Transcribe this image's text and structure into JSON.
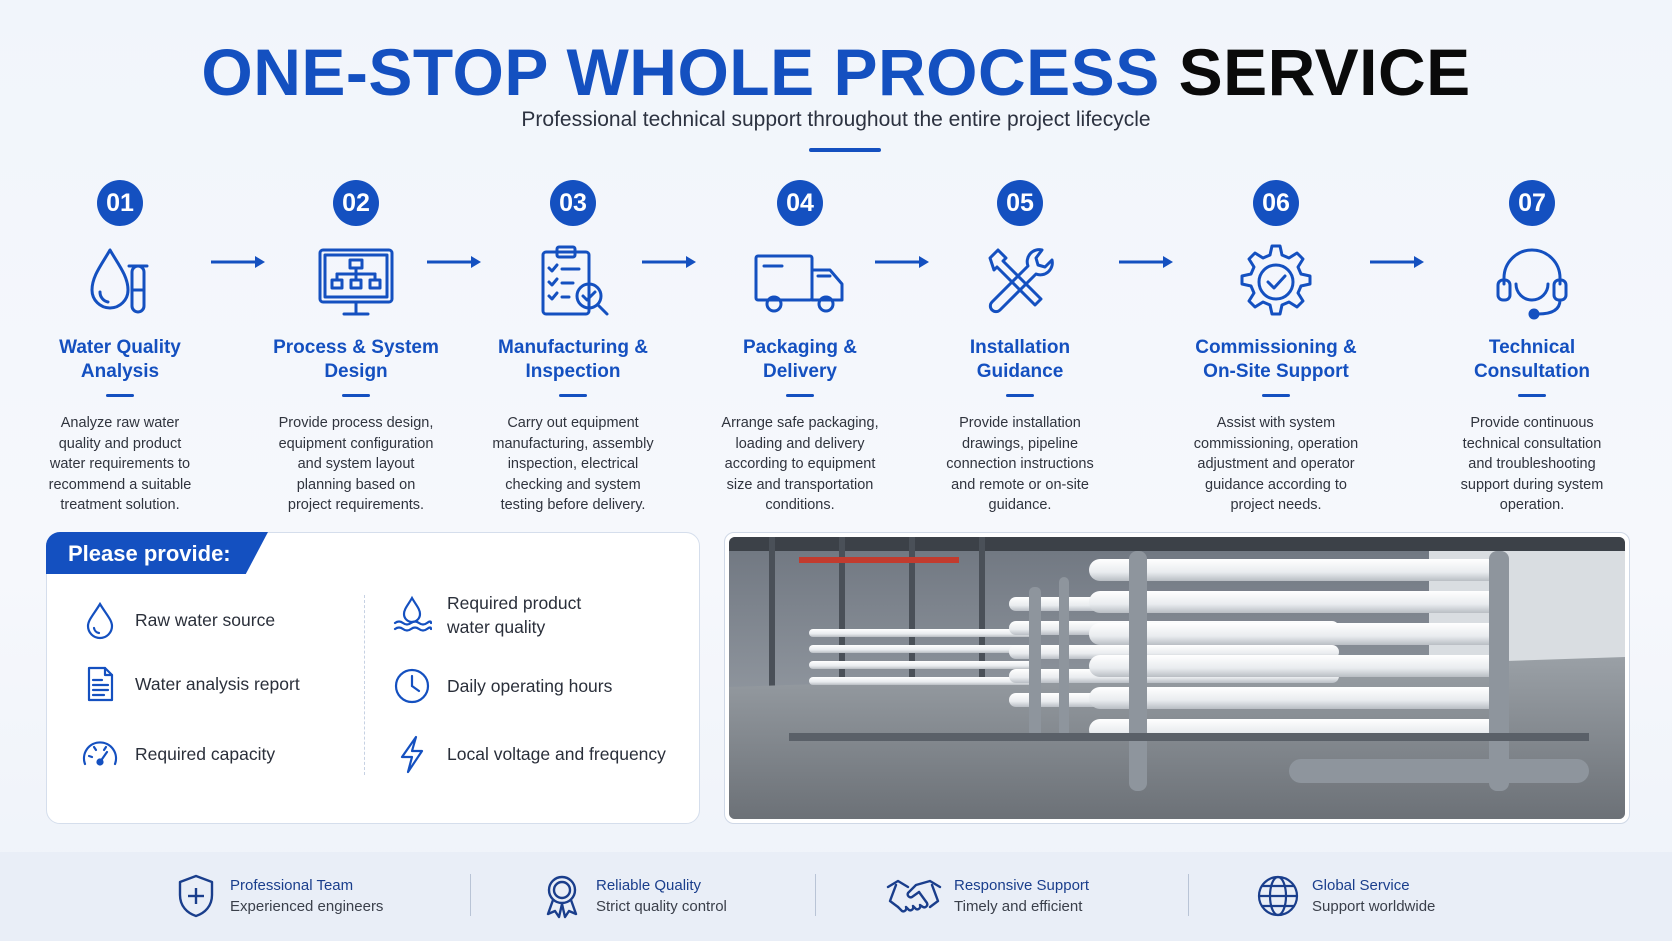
{
  "header": {
    "title_blue": "ONE-STOP WHOLE PROCESS",
    "title_black": "SERVICE",
    "subtitle": "Professional technical support throughout the entire project lifecycle"
  },
  "steps": [
    {
      "num": "01",
      "icon": "water-test-icon",
      "label_1": "Water Quality",
      "label_2": "Analysis",
      "desc": [
        "Analyze raw water",
        "quality and product",
        "water requirements to",
        "recommend a suitable",
        "treatment solution."
      ]
    },
    {
      "num": "02",
      "icon": "monitor-flowchart-icon",
      "label_1": "Process & System",
      "label_2": "Design",
      "desc": [
        "Provide process design,",
        "equipment configuration",
        "and system layout",
        "planning based on",
        "project requirements."
      ]
    },
    {
      "num": "03",
      "icon": "clipboard-check-icon",
      "label_1": "Manufacturing &",
      "label_2": "Inspection",
      "desc": [
        "Carry out equipment",
        "manufacturing, assembly",
        "inspection, electrical",
        "checking and system",
        "testing before delivery."
      ]
    },
    {
      "num": "04",
      "icon": "truck-icon",
      "label_1": "Packaging &",
      "label_2": "Delivery",
      "desc": [
        "Arrange safe packaging,",
        "loading and delivery",
        "according to equipment",
        "size and transportation",
        "conditions."
      ]
    },
    {
      "num": "05",
      "icon": "tools-icon",
      "label_1": "Installation",
      "label_2": "Guidance",
      "desc": [
        "Provide installation",
        "drawings, pipeline",
        "connection instructions",
        "and remote or on-site",
        "guidance."
      ]
    },
    {
      "num": "06",
      "icon": "gear-check-icon",
      "label_1": "Commissioning &",
      "label_2": "On-Site Support",
      "desc": [
        "Assist with system",
        "commissioning, operation",
        "adjustment and operator",
        "guidance according to",
        "project needs."
      ]
    },
    {
      "num": "07",
      "icon": "headset-icon",
      "label_1": "Technical",
      "label_2": "Consultation",
      "desc": [
        "Provide continuous",
        "technical consultation",
        "and troubleshooting",
        "support during system",
        "operation."
      ]
    }
  ],
  "provide": {
    "tag": "Please provide:",
    "items": [
      {
        "icon": "water-drop-icon",
        "text_1": "Raw water source",
        "text_2": ""
      },
      {
        "icon": "report-icon",
        "text_1": "Water analysis report",
        "text_2": ""
      },
      {
        "icon": "gauge-icon",
        "text_1": "Required capacity",
        "text_2": ""
      },
      {
        "icon": "drop-waves-icon",
        "text_1": "Required product",
        "text_2": "water quality"
      },
      {
        "icon": "clock-icon",
        "text_1": "Daily operating hours",
        "text_2": ""
      },
      {
        "icon": "lightning-icon",
        "text_1": "Local voltage and frequency",
        "text_2": ""
      }
    ]
  },
  "footer": [
    {
      "icon": "shield-plus-icon",
      "title": "Professional Team",
      "sub": "Experienced engineers"
    },
    {
      "icon": "award-badge-icon",
      "title": "Reliable Quality",
      "sub": "Strict quality control"
    },
    {
      "icon": "handshake-icon",
      "title": "Responsive Support",
      "sub": "Timely and efficient"
    },
    {
      "icon": "globe-icon",
      "title": "Global Service",
      "sub": "Support worldwide"
    }
  ],
  "colors": {
    "accent": "#1450c0",
    "text": "#2a2f3a"
  }
}
